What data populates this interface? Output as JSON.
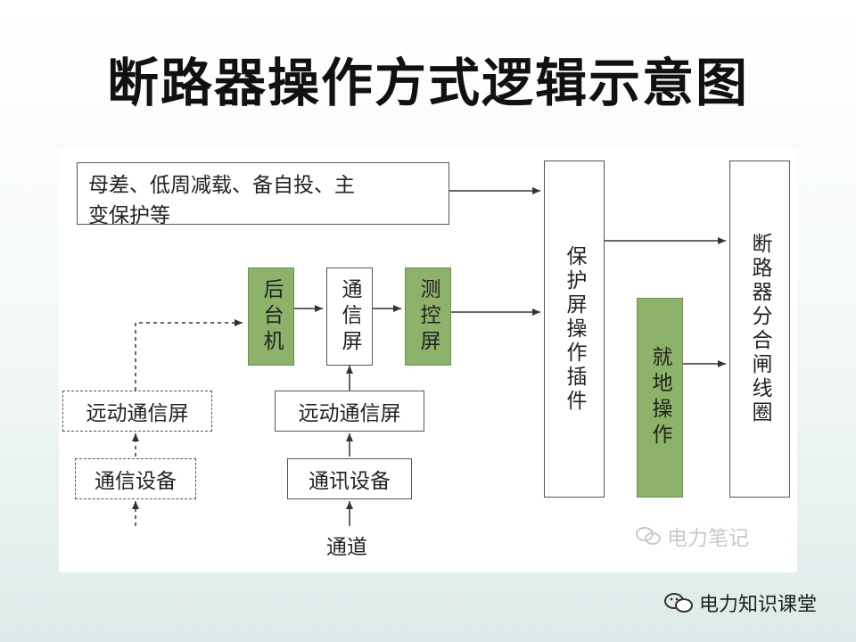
{
  "title": "断路器操作方式逻辑示意图",
  "boxes": {
    "protection_top": "母差、低周减载、备自投、主变保护等",
    "houtai": "后台机",
    "tongxin_ping": "通信屏",
    "cekong_ping": "测控屏",
    "baohu_ping": "保护屏操作插件",
    "jiudi": "就地操作",
    "breaker": "断路器分合闸线圈",
    "yuandong_dashed": "远动通信屏",
    "yuandong_solid": "远动通信屏",
    "tongxin_shebei": "通信设备",
    "tongxun_shebei": "通讯设备"
  },
  "labels": {
    "tongdao": "通道"
  },
  "watermark": {
    "text": "电力笔记",
    "icon": "wechat-icon"
  },
  "brand": {
    "text": "电力知识课堂",
    "icon": "wechat-icon"
  },
  "colors": {
    "green_box": "#8db26a",
    "border": "#555555",
    "line": "#333333"
  }
}
